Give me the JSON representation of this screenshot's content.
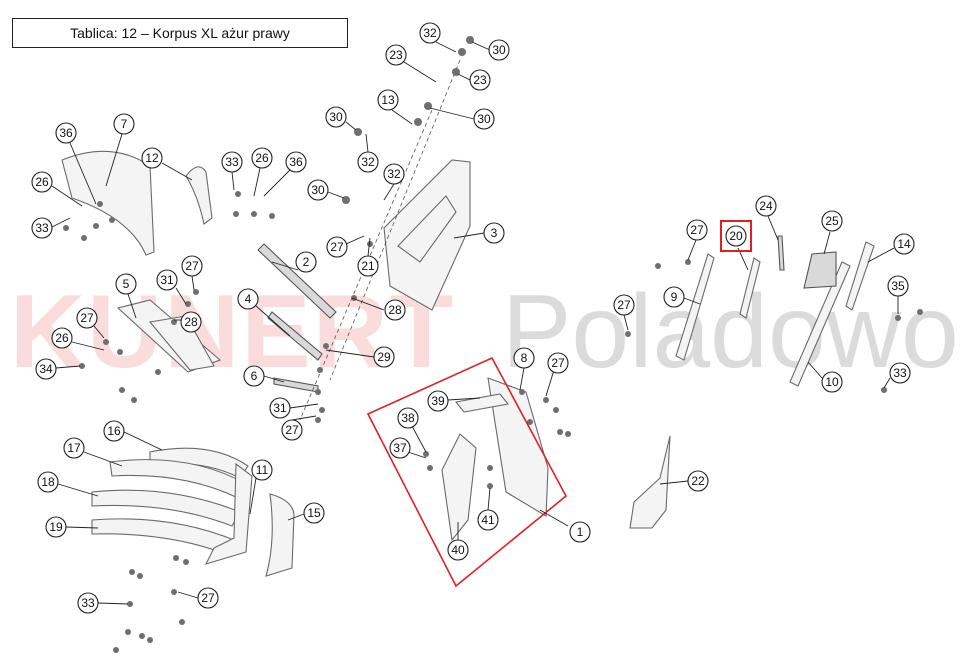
{
  "title": "Tablica: 12 – Korpus XL ażur prawy",
  "watermark": {
    "brand": "KUNERT",
    "suffix": "Poladowo",
    "brand_color": "#e62b2b"
  },
  "highlight_color": "#e02020",
  "callout_labels": {
    "c1": "1",
    "c2": "2",
    "c3": "3",
    "c4": "4",
    "c5": "5",
    "c6": "6",
    "c7": "7",
    "c8": "8",
    "c9": "9",
    "c10": "10",
    "c11": "11",
    "c12": "12",
    "c13": "13",
    "c14": "14",
    "c15": "15",
    "c16": "16",
    "c17": "17",
    "c18": "18",
    "c19": "19",
    "c20": "20",
    "c21": "21",
    "c22": "22",
    "c23a": "23",
    "c23b": "23",
    "c24": "24",
    "c25": "25",
    "c26a": "26",
    "c26b": "26",
    "c26c": "26",
    "c27a": "27",
    "c27b": "27",
    "c27c": "27",
    "c27d": "27",
    "c27e": "27",
    "c27f": "27",
    "c27g": "27",
    "c27h": "27",
    "c28a": "28",
    "c28b": "28",
    "c29": "29",
    "c30a": "30",
    "c30b": "30",
    "c30c": "30",
    "c30d": "30",
    "c31a": "31",
    "c31b": "31",
    "c32a": "32",
    "c32b": "32",
    "c32c": "32",
    "c33a": "33",
    "c33b": "33",
    "c33c": "33",
    "c33d": "33",
    "c34": "34",
    "c35": "35",
    "c36a": "36",
    "c36b": "36",
    "c37": "37",
    "c38": "38",
    "c39": "39",
    "c40": "40",
    "c41": "41"
  }
}
